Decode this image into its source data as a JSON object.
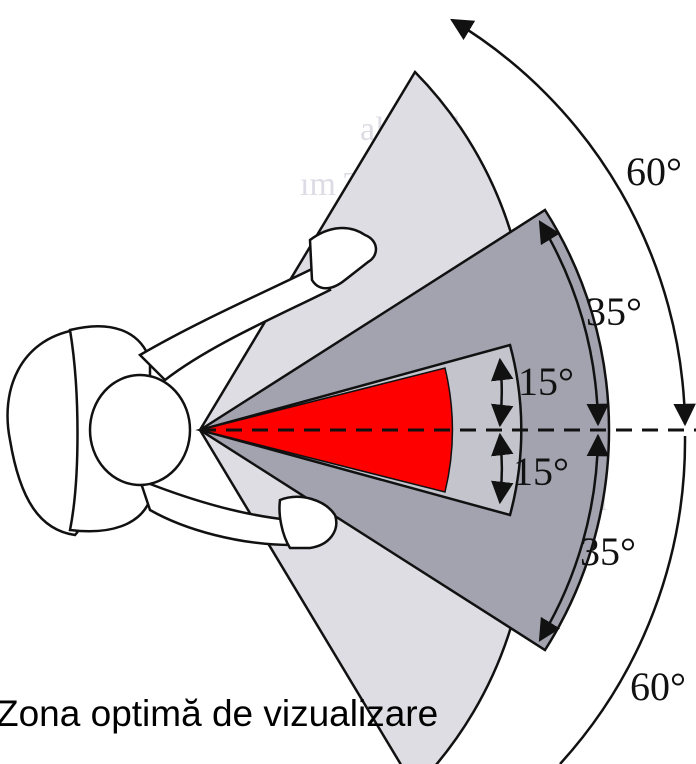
{
  "caption": "Zona optimă de vizualizare",
  "zones": [
    {
      "name": "optimal",
      "half_angle_deg": 15,
      "color": "#ff0000"
    },
    {
      "name": "good",
      "half_angle_deg": 35,
      "color": "#a3a3b0"
    },
    {
      "name": "max",
      "half_angle_deg": 60,
      "color": "#dddde3"
    }
  ],
  "labels": {
    "upper_inner": "15°",
    "lower_inner": "15°",
    "upper_middle": "35°",
    "lower_middle": "35°",
    "upper_outer": "60°",
    "lower_outer": "60°"
  },
  "colors": {
    "optimal": "#ff0000",
    "good": "#a3a3b0",
    "max": "#dddde3",
    "inner_ring": "#c4c4cd",
    "outline": "#111111"
  }
}
